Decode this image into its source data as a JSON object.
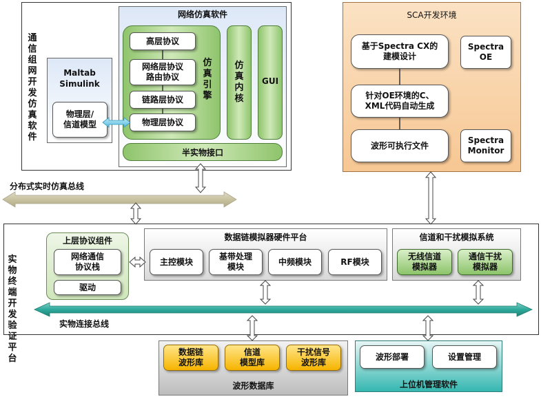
{
  "upper_frame": {
    "vertical_label": "通信组网开发仿真软件",
    "matlab_label": "Maltab\nSimulink",
    "phys_channel_model": "物理层/\n信道模型",
    "netsim_title": "网络仿真软件",
    "protocols": [
      "高层协议",
      "网络层协议\n路由协议",
      "链路层协议",
      "物理层协议"
    ],
    "sim_engine": "仿真引擎",
    "sim_kernel": "仿真内核",
    "gui": "GUI",
    "semi_physical_interface": "半实物接口"
  },
  "sca": {
    "title": "SCA开发环境",
    "modeling_design": "基于Spectra CX的\n建模设计",
    "spectra_oe": "Spectra\nOE",
    "code_gen": "针对OE环境的C、\nXML代码自动生成",
    "waveform_exe": "波形可执行文件",
    "spectra_monitor": "Spectra\nMonitor"
  },
  "dist_bus_label": "分布式实时仿真总线",
  "lower_frame": {
    "vertical_label": "实物终端开发验证平台",
    "upper_protocol_title": "上层协议组件",
    "net_stack": "网络通信\n协议栈",
    "driver": "驱动",
    "hw_platform_title": "数据链模拟器硬件平台",
    "modules": [
      "主控模块",
      "基带处理\n模块",
      "中频模块",
      "RF模块"
    ],
    "channel_sys_title": "信道和干扰模拟系统",
    "wireless_sim": "无线信道\n模拟器",
    "interference_sim": "通信干扰\n模拟器",
    "phys_bus_label": "实物连接总线"
  },
  "waveform_db": {
    "title": "波形数据库",
    "items": [
      "数据链\n波形库",
      "信道\n模型库",
      "干扰信号\n波形库"
    ]
  },
  "host_software": {
    "title": "上位机管理软件",
    "deploy": "波形部署",
    "settings": "设置管理"
  }
}
